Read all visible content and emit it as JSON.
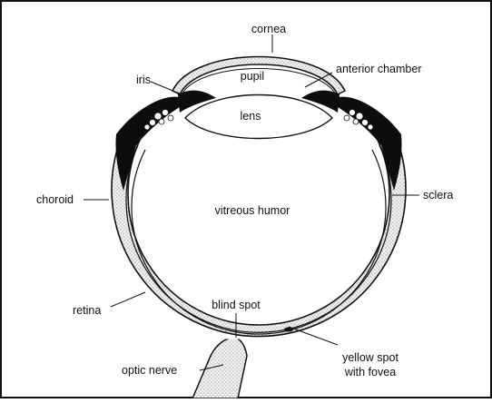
{
  "labels": {
    "cornea": "cornea",
    "pupil": "pupil",
    "anterior_chamber": "anterior chamber",
    "iris": "iris",
    "lens": "lens",
    "choroid": "choroid",
    "vitreous_humor": "vitreous humor",
    "sclera": "sclera",
    "retina": "retina",
    "blind_spot": "blind spot",
    "optic_nerve": "optic nerve",
    "yellow_spot_line1": "yellow spot",
    "yellow_spot_line2": "with fovea"
  },
  "colors": {
    "ink": "#111111",
    "tissue": "#e6e6e6",
    "pigment": "#0d0d0d",
    "background": "#ffffff"
  }
}
